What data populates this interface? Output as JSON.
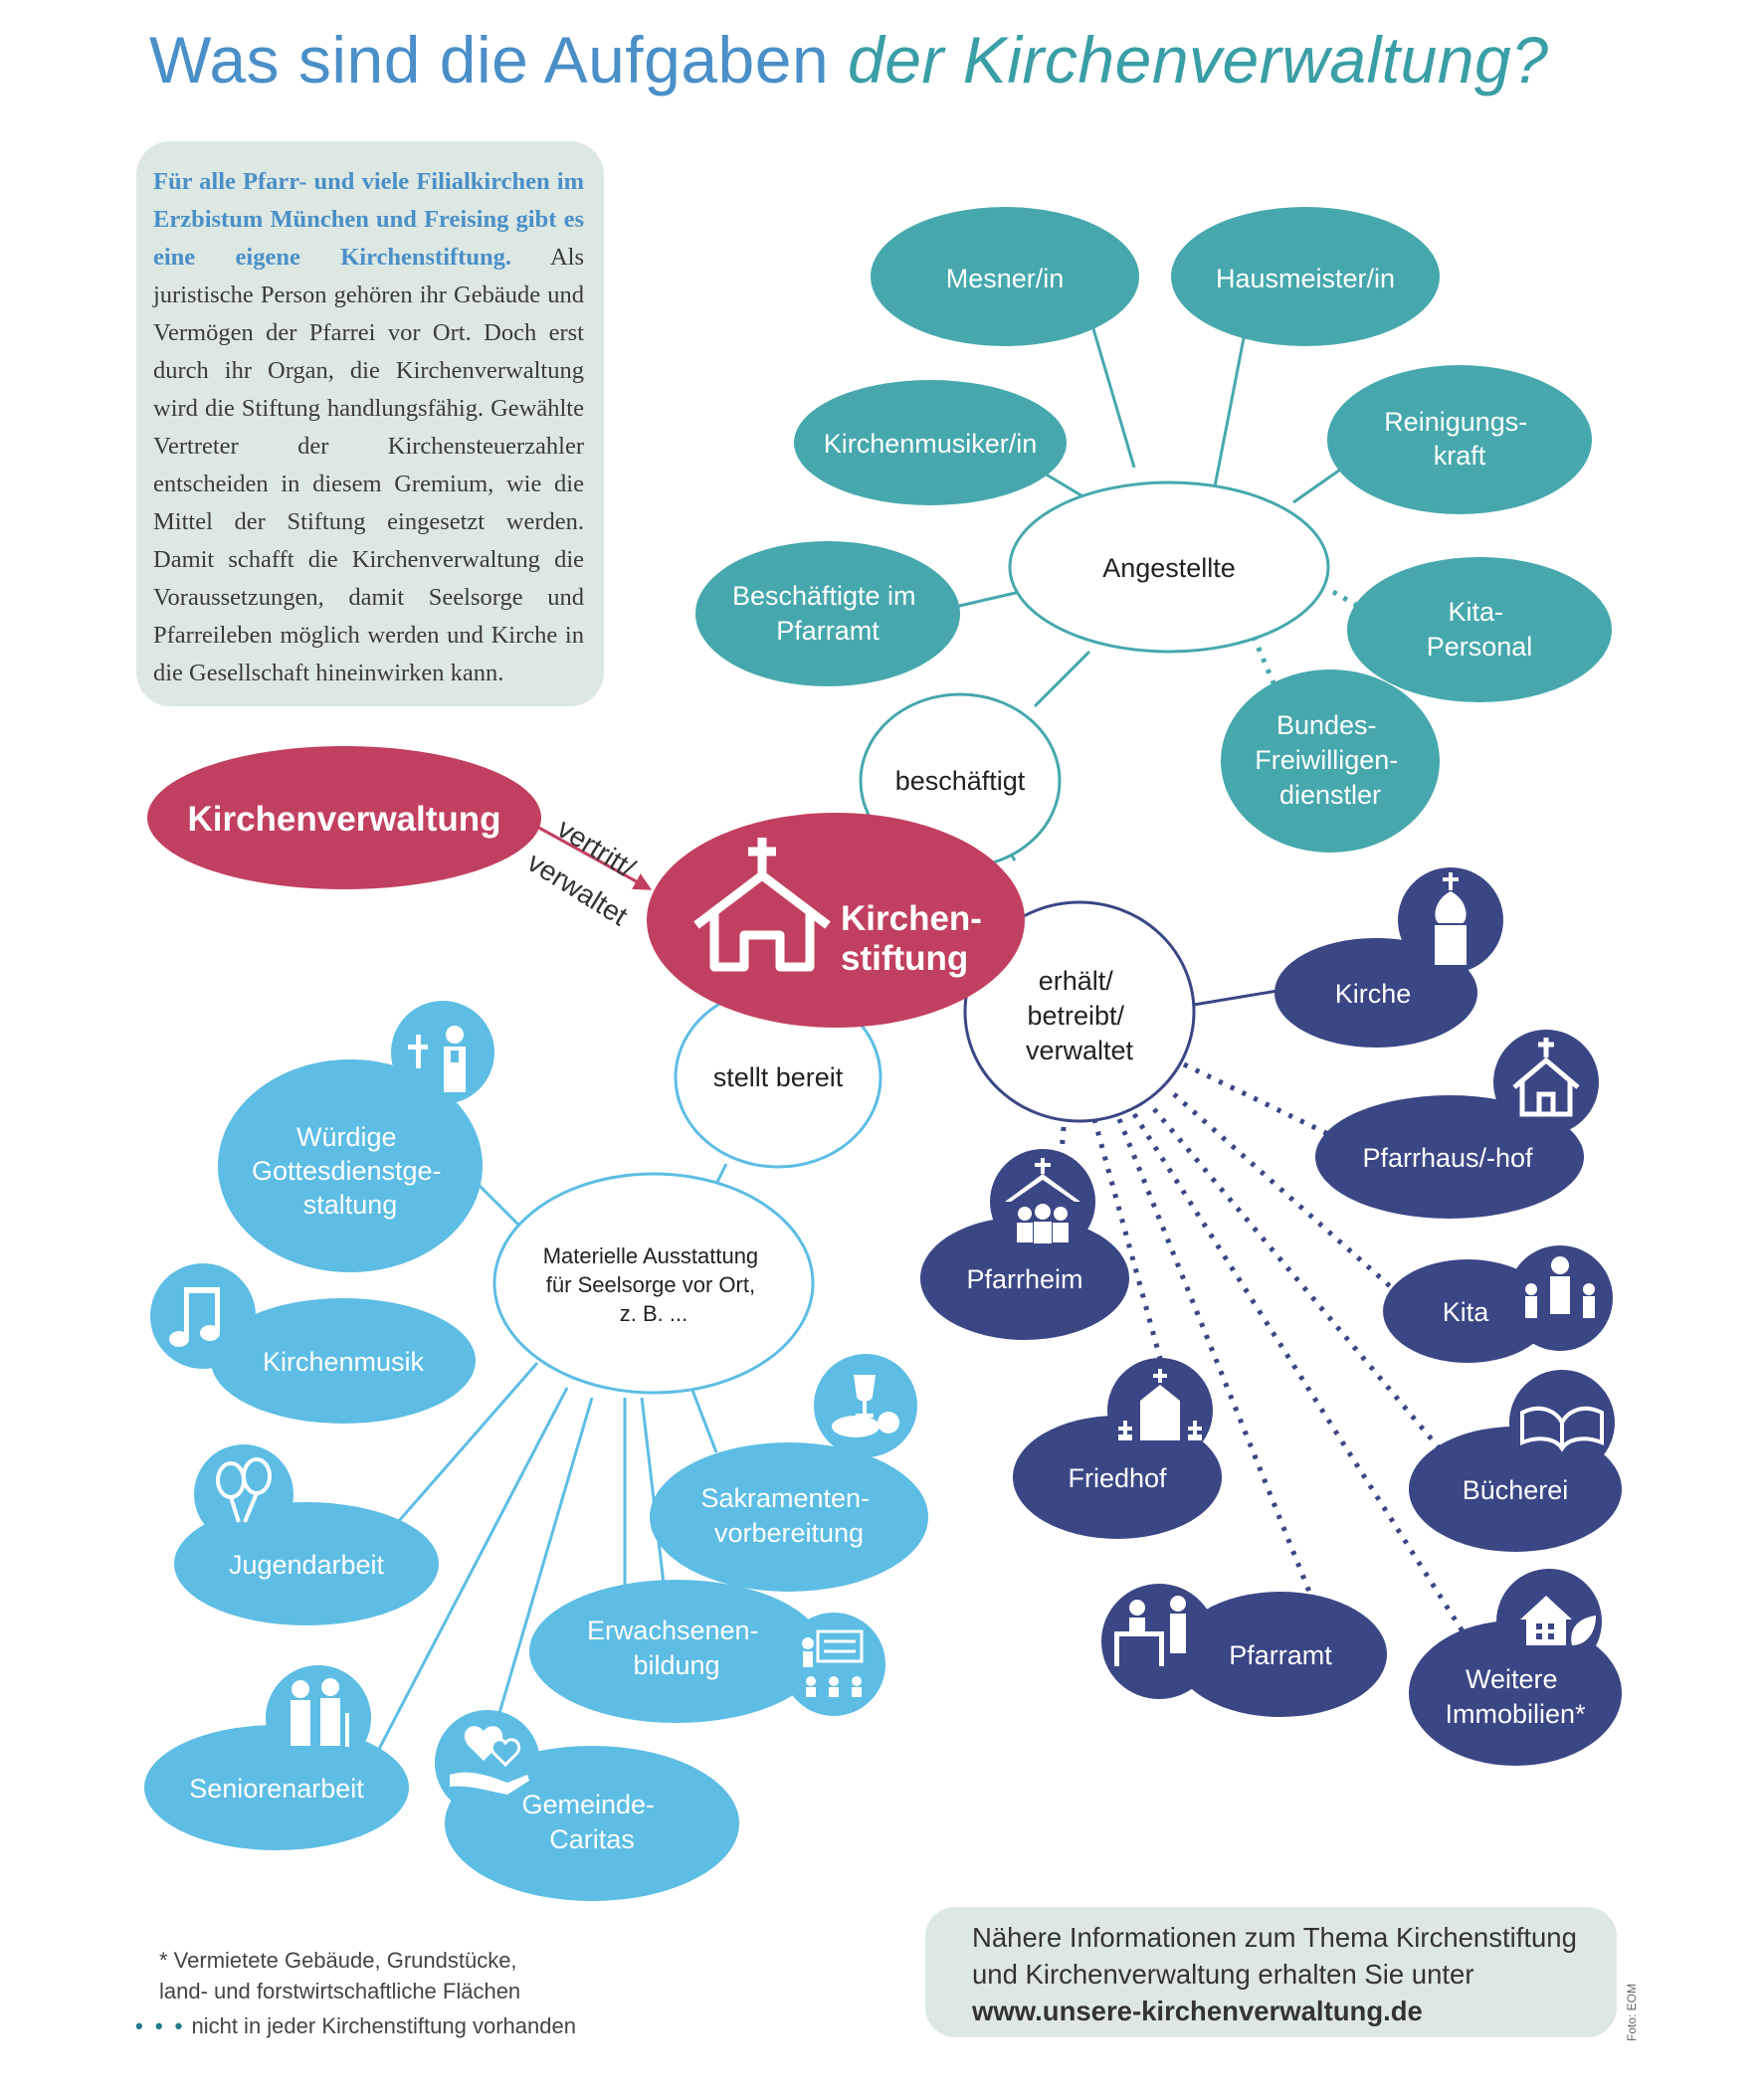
{
  "title": {
    "part1": "Was sind die Aufgaben ",
    "part2": "der Kirchenverwaltung?"
  },
  "intro": {
    "highlight": "Für alle Pfarr- und viele Filialkirchen im Erzbistum München und Freising gibt es eine eigene Kirchenstiftung.",
    "body": " Als juristische Person gehören ihr Gebäude und Vermögen der Pfarrei vor Ort. Doch erst durch ihr Organ, die Kirchenverwaltung wird die Stiftung handlungsfähig. Gewählte Vertreter der Kirchensteuerzahler entscheiden in diesem Gremium, wie die Mittel der Stiftung eingesetzt werden. Damit schafft die Kirchenverwaltung die Voraussetzungen, damit Seelsorge und Pfarreileben möglich werden und Kirche in die Gesellschaft hineinwirken kann."
  },
  "colors": {
    "teal": "#46a8ad",
    "crimson": "#c2405f",
    "navy": "#3b4685",
    "sky": "#5dbde4",
    "outline_teal": "#3a9ea6",
    "outline_navy": "#3b4685",
    "outline_sky": "#5dbde4"
  },
  "kirchenverwaltung": "Kirchenverwaltung",
  "arrow_label": [
    "vertritt/",
    "verwaltet"
  ],
  "center": [
    "Kirchen-",
    "stiftung"
  ],
  "hubs": {
    "beschaeftigt": "beschäftigt",
    "angestellte": "Angestellte",
    "erhaelt": [
      "erhält/",
      "betreibt/",
      "verwaltet"
    ],
    "stellt_bereit": "stellt bereit",
    "materielle": [
      "Materielle Ausstattung",
      "für Seelsorge vor Ort,",
      "z. B. ..."
    ]
  },
  "staff": {
    "mesner": [
      "Mesner/in"
    ],
    "hausmeister": [
      "Hausmeister/in"
    ],
    "kirchenmusiker": [
      "Kirchenmusiker/in"
    ],
    "reinigung": [
      "Reinigungs-",
      "kraft"
    ],
    "beschaeftigte": [
      "Beschäftigte im",
      "Pfarramt"
    ],
    "kita_personal": [
      "Kita-",
      "Personal"
    ],
    "bundesfreiwillige": [
      "Bundes-",
      "Freiwilligen-",
      "dienstler"
    ]
  },
  "properties": {
    "kirche": [
      "Kirche"
    ],
    "pfarrhaus": [
      "Pfarrhaus/-hof"
    ],
    "pfarrheim": [
      "Pfarrheim"
    ],
    "kita": [
      "Kita"
    ],
    "friedhof": [
      "Friedhof"
    ],
    "buecherei": [
      "Bücherei"
    ],
    "pfarramt": [
      "Pfarramt"
    ],
    "weitere": [
      "Weitere",
      "Immobilien*"
    ]
  },
  "activities": {
    "gottesdienst": [
      "Würdige",
      "Gottesdienstge-",
      "staltung"
    ],
    "kirchenmusik": [
      "Kirchenmusik"
    ],
    "jugendarbeit": [
      "Jugendarbeit"
    ],
    "sakramente": [
      "Sakramenten-",
      "vorbereitung"
    ],
    "erwachsenen": [
      "Erwachsenen-",
      "bildung"
    ],
    "senioren": [
      "Seniorenarbeit"
    ],
    "caritas": [
      "Gemeinde-",
      "Caritas"
    ]
  },
  "icons": {
    "kirche": "onion-dome-church-icon",
    "pfarrhaus": "house-with-cross-icon",
    "pfarrheim": "church-with-group-icon",
    "kita": "mother-children-icon",
    "friedhof": "cemetery-chapel-icon",
    "buecherei": "open-book-icon",
    "pfarramt": "office-desk-icon",
    "weitere": "house-with-leaf-icon",
    "gottesdienst": "priest-cross-icon",
    "kirchenmusik": "music-notes-icon",
    "jugendarbeit": "balloons-icon",
    "sakramente": "chalice-bread-icon",
    "erwachsenen": "classroom-icon",
    "senioren": "elderly-couple-icon",
    "caritas": "hands-hearts-icon"
  },
  "info": {
    "text": "Nähere Informationen zum Thema Kirchenstiftung und Kirchenverwaltung erhalten Sie unter",
    "url": "www.unsere-kirchenverwaltung.de"
  },
  "footnotes": {
    "star": "* Vermietete Gebäude, Grundstücke, land- und forstwirtschaftliche Flächen",
    "dots": "• • •",
    "dots_text": "nicht in jeder Kirchenstiftung vorhanden"
  },
  "photo_credit": "Foto: EOM"
}
